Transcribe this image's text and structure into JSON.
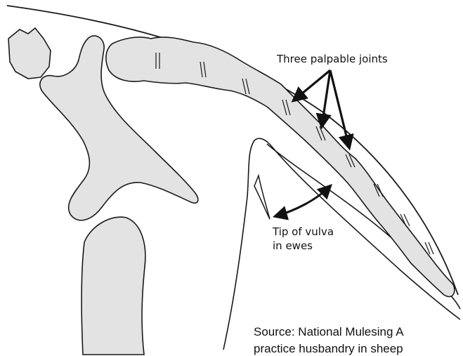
{
  "labels": {
    "joints": "Three palpable joints",
    "vulva_line1": "Tip of vulva",
    "vulva_line2": "in ewes"
  },
  "source": {
    "line1": "Source: National Mulesing A",
    "line2": "practice husbandry in sheep"
  },
  "colors": {
    "outline": "#1a1a1a",
    "bone_fill": "#e3e3e3",
    "background": "#ffffff"
  }
}
